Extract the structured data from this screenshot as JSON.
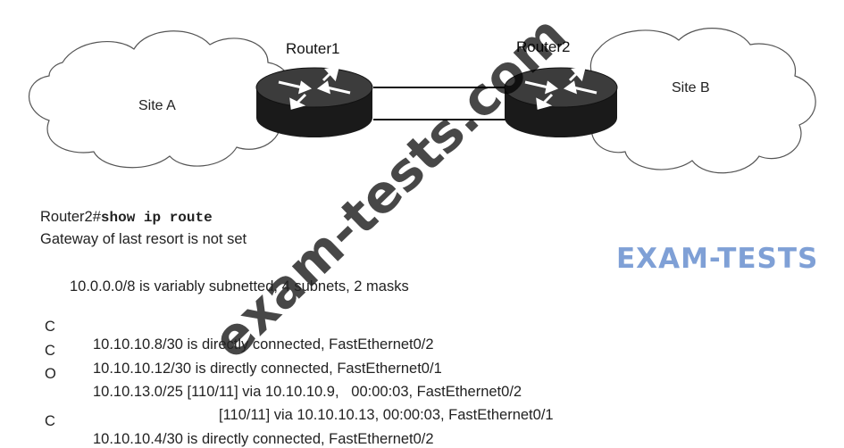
{
  "topology": {
    "clouds": [
      {
        "id": "site-a",
        "label": "Site A"
      },
      {
        "id": "site-b",
        "label": "Site B"
      }
    ],
    "routers": [
      {
        "id": "router1",
        "label": "Router1"
      },
      {
        "id": "router2",
        "label": "Router2"
      }
    ],
    "links": 2
  },
  "cli": {
    "prompt": "Router2#",
    "command": "show ip route",
    "gateway_line": "Gateway of last resort is not set",
    "summary_line": "10.0.0.0/8 is variably subnetted, 4 subnets, 2 masks",
    "routes": [
      {
        "code": "C",
        "text": "10.10.10.8/30 is directly connected, FastEthernet0/2"
      },
      {
        "code": "C",
        "text": "10.10.10.12/30 is directly connected, FastEthernet0/1"
      },
      {
        "code": "O",
        "text": "10.10.13.0/25 [110/11] via 10.10.10.9,   00:00:03, FastEthernet0/2"
      },
      {
        "code": "",
        "text": "[110/11] via 10.10.10.13, 00:00:03, FastEthernet0/1"
      },
      {
        "code": "C",
        "text": "10.10.10.4/30 is directly connected, FastEthernet0/2"
      }
    ]
  },
  "watermark": {
    "diagonal_text": "exam-tests.com",
    "logo_left": "EXAM",
    "logo_sep": "-",
    "logo_right": "TESTS",
    "colors": {
      "diagonal": "#000000",
      "logo": "#7fa0d6"
    }
  }
}
